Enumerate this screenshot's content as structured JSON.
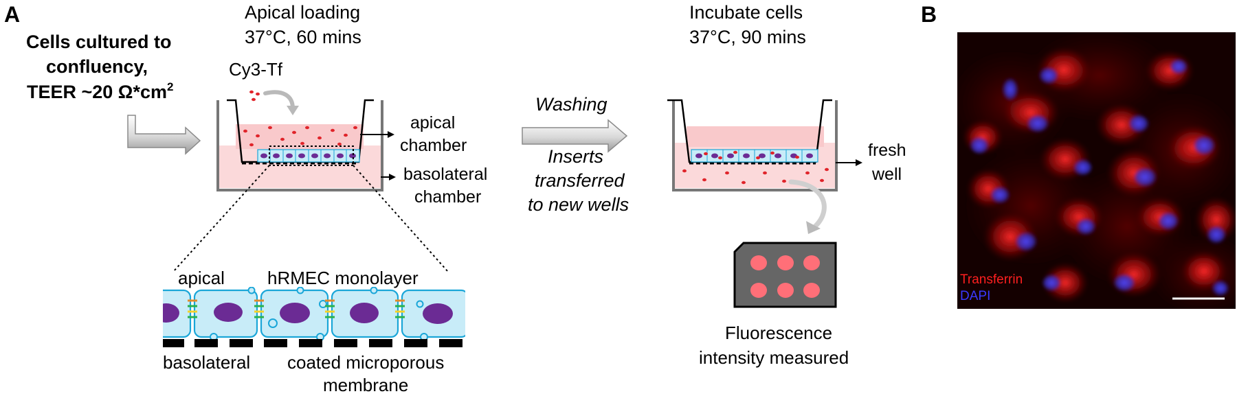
{
  "panel_a": {
    "label": "A",
    "cells_line1": "Cells cultured to",
    "cells_line2": "confluency,",
    "teer_prefix": "TEER ~20 Ω*cm",
    "teer_superscript": "2",
    "apical_loading_title": "Apical loading",
    "apical_loading_cond": "37°C, 60 mins",
    "cy3_label": "Cy3-Tf",
    "apical_chamber_line1": "apical",
    "apical_chamber_line2": "chamber",
    "basolateral_chamber_line1": "basolateral",
    "basolateral_chamber_line2": "chamber",
    "washing": "Washing",
    "inserts_line1": "Inserts",
    "inserts_line2": "transferred",
    "inserts_line3": "to new wells",
    "incubate_title": "Incubate cells",
    "incubate_cond": "37°C, 90 mins",
    "fresh_well_line1": "fresh",
    "fresh_well_line2": "well",
    "fluorescence_line1": "Fluorescence",
    "fluorescence_line2": "intensity measured",
    "zoom_apical": "apical",
    "zoom_monolayer": "hRMEC monolayer",
    "zoom_basolateral": "basolateral",
    "zoom_membrane_line1": "coated microporous",
    "zoom_membrane_line2": "membrane"
  },
  "panel_b": {
    "label": "B",
    "legend_transferrin": "Transferrin",
    "legend_dapi": "DAPI"
  },
  "colors": {
    "apical_media": "#f9c9cb",
    "basolateral_media": "#fbd9da",
    "cell_fill": "#c8ecf8",
    "cell_stroke": "#1aa6d8",
    "nucleus": "#6b2b94",
    "tf_dot": "#e0242a",
    "plate_fill": "#666666",
    "plate_well": "#ff6f78",
    "micrograph_bg": "#140000"
  }
}
